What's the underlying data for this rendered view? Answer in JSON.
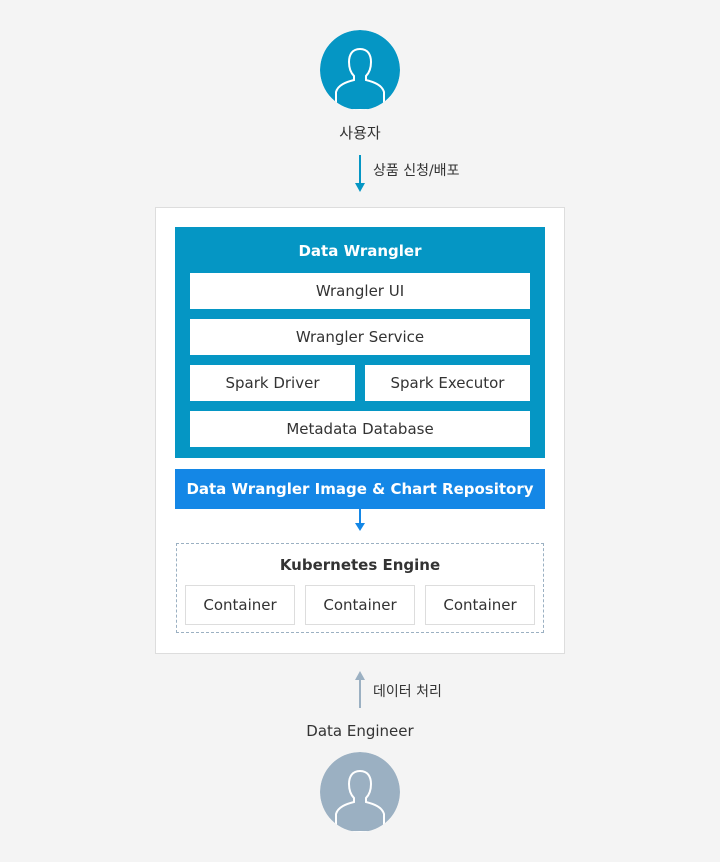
{
  "top_user": {
    "label": "사용자",
    "icon": "user-icon",
    "color": "#0596c4"
  },
  "top_arrow": {
    "label": "상품 신청/배포",
    "color": "#0596c4"
  },
  "data_wrangler": {
    "title": "Data Wrangler",
    "color": "#0596c4",
    "components": {
      "ui": "Wrangler UI",
      "service": "Wrangler Service",
      "spark_driver": "Spark Driver",
      "spark_executor": "Spark Executor",
      "metadata_db": "Metadata Database"
    }
  },
  "repository": {
    "label": "Data Wrangler Image & Chart Repository",
    "color": "#1487e6"
  },
  "kubernetes": {
    "title": "Kubernetes Engine",
    "containers": [
      "Container",
      "Container",
      "Container"
    ]
  },
  "bottom_arrow": {
    "label": "데이터 처리",
    "color": "#9bb0c2"
  },
  "bottom_user": {
    "label": "Data Engineer",
    "icon": "user-icon",
    "color": "#9bb0c2"
  }
}
